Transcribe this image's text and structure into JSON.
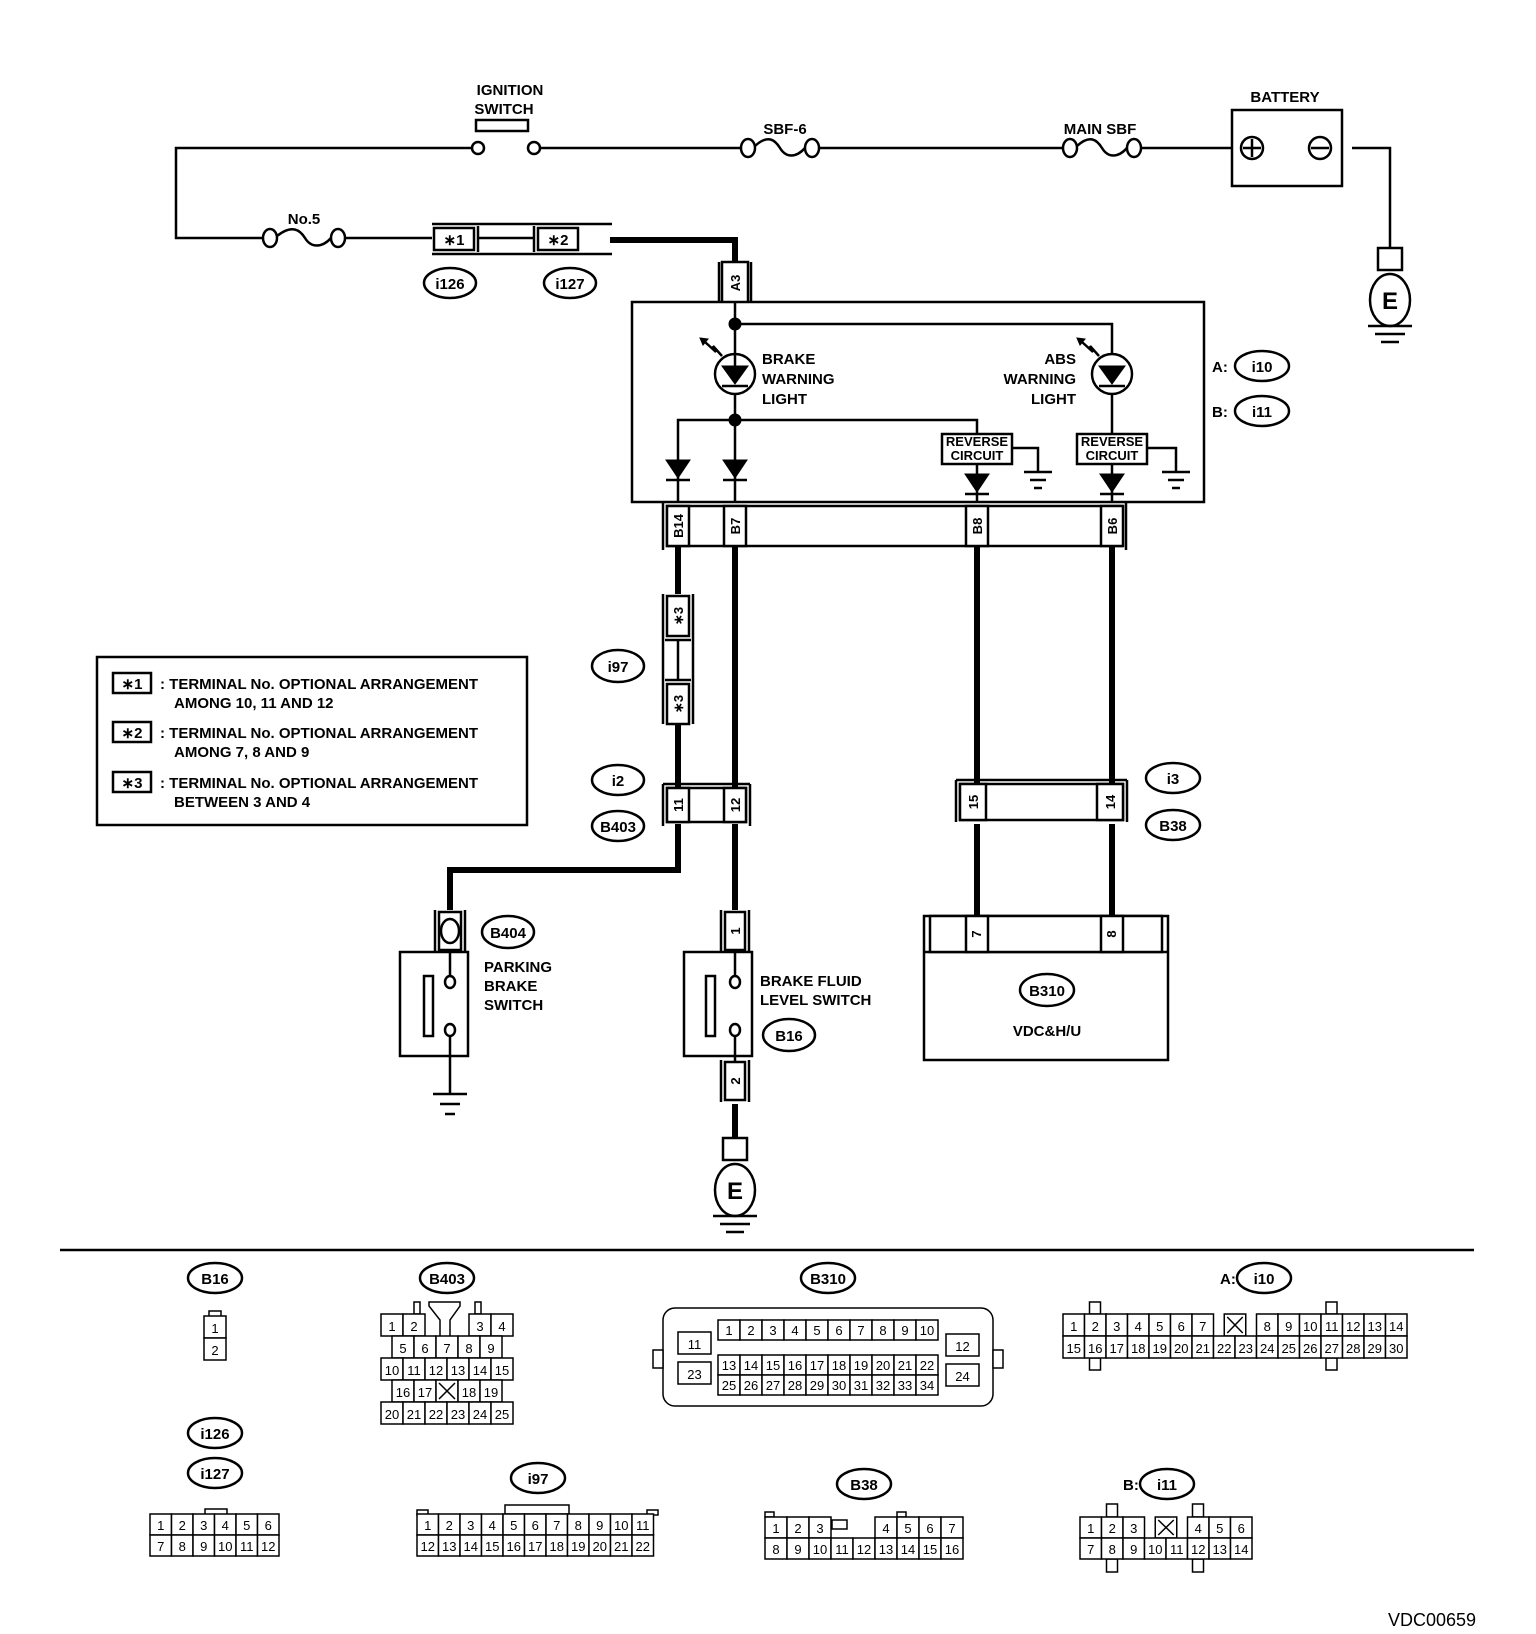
{
  "diagram_id": "VDC00659",
  "power": {
    "ignition_switch": [
      "IGNITION",
      "SWITCH"
    ],
    "fuse_sbf6": "SBF-6",
    "fuse_main": "MAIN SBF",
    "battery": "BATTERY",
    "fuse_no5": "No.5",
    "ground_symbol": "E"
  },
  "connectors_top": {
    "star1": "∗1",
    "star2": "∗2",
    "i126": "i126",
    "i127": "i127",
    "a3": "A3"
  },
  "combination_meter": {
    "brake_light": [
      "BRAKE",
      "WARNING",
      "LIGHT"
    ],
    "abs_light": [
      "ABS",
      "WARNING",
      "LIGHT"
    ],
    "reverse_circuit": [
      "REVERSE",
      "CIRCUIT"
    ],
    "pins": [
      "B14",
      "B7",
      "B8",
      "B6"
    ],
    "connector_a_prefix": "A:",
    "connector_a": "i10",
    "connector_b_prefix": "B:",
    "connector_b": "i11"
  },
  "notes": [
    {
      "tag": "∗1",
      "line1": ": TERMINAL No. OPTIONAL ARRANGEMENT",
      "line2": "AMONG 10, 11 AND 12"
    },
    {
      "tag": "∗2",
      "line1": ": TERMINAL No. OPTIONAL ARRANGEMENT",
      "line2": "AMONG 7, 8 AND 9"
    },
    {
      "tag": "∗3",
      "line1": ": TERMINAL No. OPTIONAL ARRANGEMENT",
      "line2": "BETWEEN 3 AND 4"
    }
  ],
  "mid_connectors": {
    "star3": "∗3",
    "i97": "i97",
    "i2": "i2",
    "b403": "B403",
    "i2_pins": [
      "11",
      "12"
    ],
    "i3": "i3",
    "b38": "B38",
    "i3_pins": [
      "15",
      "14"
    ]
  },
  "components": {
    "b404": "B404",
    "parking_brake": [
      "PARKING",
      "BRAKE",
      "SWITCH"
    ],
    "brake_fluid": [
      "BRAKE FLUID",
      "LEVEL SWITCH"
    ],
    "b16": "B16",
    "b16_pins": [
      "1",
      "2"
    ],
    "b310": "B310",
    "vdc": "VDC&H/U",
    "vdc_pins": [
      "7",
      "8"
    ]
  },
  "connector_faces": {
    "b16": {
      "title": "B16",
      "rows": [
        [
          "1"
        ],
        [
          "2"
        ]
      ]
    },
    "b403": {
      "title": "B403",
      "rows": [
        [
          "1",
          "2",
          "",
          "3",
          "4"
        ],
        [
          "5",
          "6",
          "7",
          "8",
          "9"
        ],
        [
          "10",
          "11",
          "12",
          "13",
          "14",
          "15"
        ],
        [
          "16",
          "17",
          "X",
          "18",
          "19"
        ],
        [
          "20",
          "21",
          "22",
          "23",
          "24",
          "25"
        ]
      ]
    },
    "b310": {
      "title": "B310",
      "side_left": [
        "11",
        "23"
      ],
      "side_right": [
        "12",
        "24"
      ],
      "rows": [
        [
          "1",
          "2",
          "3",
          "4",
          "5",
          "6",
          "7",
          "8",
          "9",
          "10"
        ],
        [
          "13",
          "14",
          "15",
          "16",
          "17",
          "18",
          "19",
          "20",
          "21",
          "22"
        ],
        [
          "25",
          "26",
          "27",
          "28",
          "29",
          "30",
          "31",
          "32",
          "33",
          "34"
        ]
      ]
    },
    "i10": {
      "prefix": "A:",
      "title": "i10",
      "rows": [
        [
          "1",
          "2",
          "3",
          "4",
          "5",
          "6",
          "7",
          "X",
          "8",
          "9",
          "10",
          "11",
          "12",
          "13",
          "14"
        ],
        [
          "15",
          "16",
          "17",
          "18",
          "19",
          "20",
          "21",
          "22",
          "23",
          "24",
          "25",
          "26",
          "27",
          "28",
          "29",
          "30"
        ]
      ]
    },
    "i126": {
      "title": "i126"
    },
    "i127": {
      "title": "i127",
      "rows": [
        [
          "1",
          "2",
          "3",
          "4",
          "5",
          "6"
        ],
        [
          "7",
          "8",
          "9",
          "10",
          "11",
          "12"
        ]
      ]
    },
    "i97": {
      "title": "i97",
      "rows": [
        [
          "1",
          "2",
          "3",
          "4",
          "5",
          "6",
          "7",
          "8",
          "9",
          "10",
          "11"
        ],
        [
          "12",
          "13",
          "14",
          "15",
          "16",
          "17",
          "18",
          "19",
          "20",
          "21",
          "22"
        ]
      ]
    },
    "b38": {
      "title": "B38",
      "rows": [
        [
          "1",
          "2",
          "3",
          "",
          "",
          "4",
          "5",
          "6",
          "7"
        ],
        [
          "8",
          "9",
          "10",
          "11",
          "12",
          "13",
          "14",
          "15",
          "16"
        ]
      ]
    },
    "i11": {
      "prefix": "B:",
      "title": "i11",
      "rows": [
        [
          "1",
          "2",
          "3",
          "X",
          "4",
          "5",
          "6"
        ],
        [
          "7",
          "8",
          "9",
          "10",
          "11",
          "12",
          "13",
          "14"
        ]
      ]
    }
  }
}
